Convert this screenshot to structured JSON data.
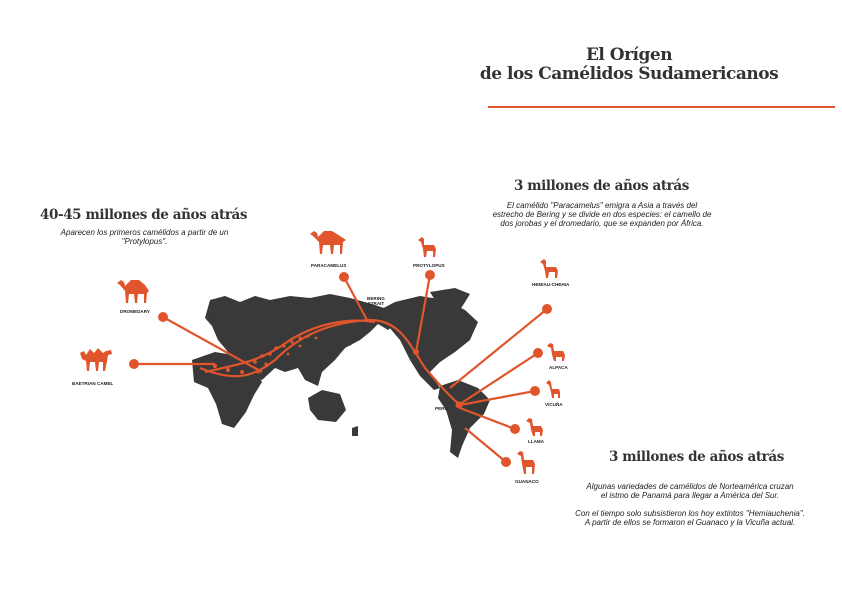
{
  "title": {
    "line1": "El Orígen",
    "line2": "de los Camélidos Sudamericanos"
  },
  "colors": {
    "accent": "#e0552b",
    "land": "#393939"
  },
  "sections": [
    {
      "heading": "40-45 millones de años atrás",
      "text": [
        "Aparecen los primeros camélidos a partir de un",
        "\"Protylopus\"."
      ]
    },
    {
      "heading": "3 millones de años atrás",
      "text": [
        "El camélido \"Paracamelus\" emigra a Asia a través del",
        "estrecho de Bering y se divide en dos especies: el camello de",
        "dos jorobas y el dromedario, que se expanden por África."
      ]
    },
    {
      "heading": "3 millones de años atrás",
      "text": [
        "Algunas variedades de camélidos de Norteamérica cruzan",
        "el istmo de Panamá para llegar a América del Sur.",
        "Con el tiempo solo subsistieron los hoy extintos \"Hemiauchenia\".",
        "A partir de ellos se formaron el Guanaco y la Vicuña actual."
      ]
    }
  ],
  "labels": {
    "bactrian": "BAETRIAN CAMEL",
    "dromedary": "DROMEDARY",
    "paracamelus": "PARACAMELUS",
    "bering": [
      "BERING",
      "STRAIT"
    ],
    "protylopus": "PROTYLOPUS",
    "hemiau": "HEMIAU-CHEHIA",
    "alpaca": "ALPACA",
    "vicuna": "VICUÑA",
    "llama": "LLAMA",
    "guanaco": "GUANACO",
    "peru": "PERÚ"
  }
}
